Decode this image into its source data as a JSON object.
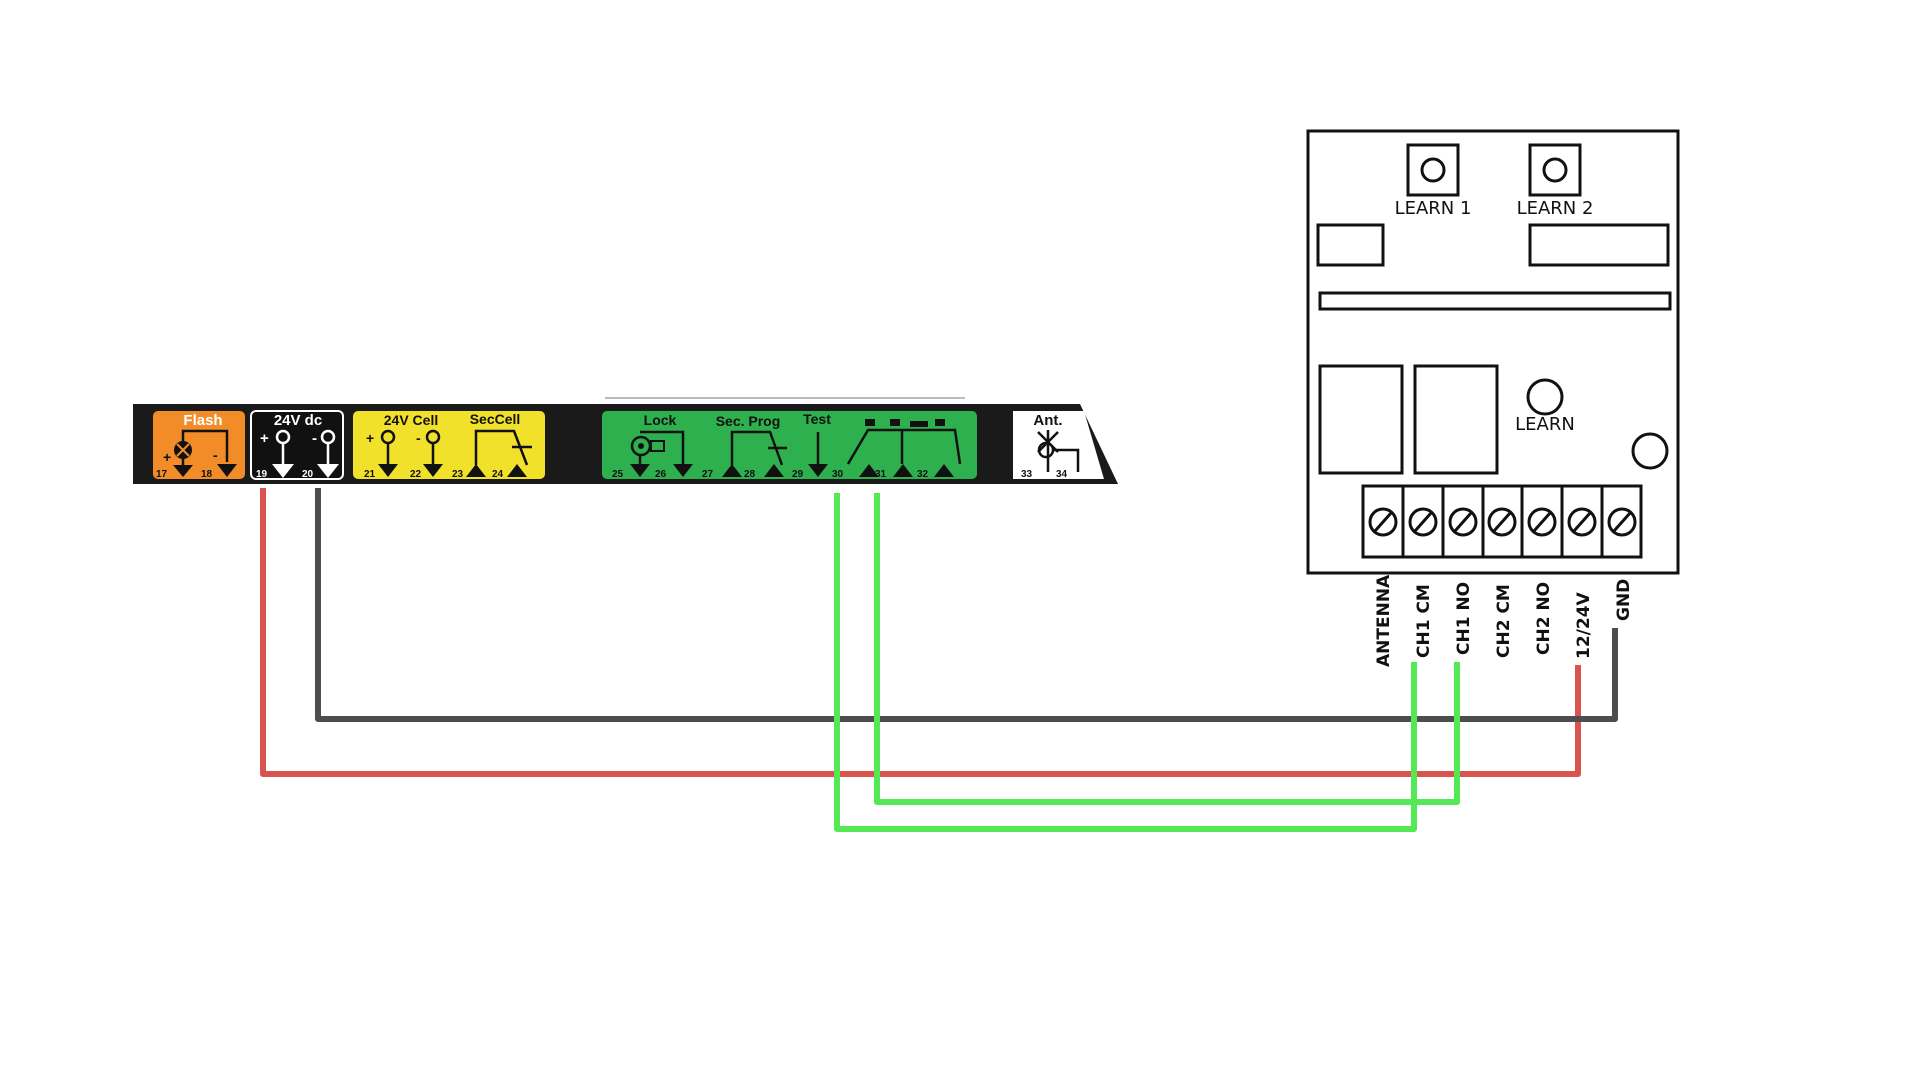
{
  "controller": {
    "sections": {
      "flash": {
        "title": "Flash",
        "plus": "+",
        "minus": "-",
        "terminals": [
          "17",
          "18"
        ]
      },
      "power": {
        "title": "24V dc",
        "plus": "+",
        "minus": "-",
        "terminals": [
          "19",
          "20"
        ]
      },
      "cell": {
        "title": "24V Cell",
        "title2": "SecCell",
        "plus": "+",
        "minus": "-",
        "terminals": [
          "21",
          "22",
          "23",
          "24"
        ]
      },
      "inputs": {
        "title": "Lock",
        "title2": "Sec. Prog",
        "title3": "Test",
        "terminals": [
          "25",
          "26",
          "27",
          "28",
          "29",
          "30",
          "31",
          "32"
        ]
      },
      "antenna": {
        "title": "Ant.",
        "terminals": [
          "33",
          "34"
        ]
      }
    },
    "colors": {
      "flash": "#f28c28",
      "power": "#111111",
      "cell": "#f2e12a",
      "inputs": "#2eb04f",
      "antenna": "#ffffff",
      "strip": "#1a1a1a"
    }
  },
  "receiver": {
    "learn1_label": "LEARN 1",
    "learn2_label": "LEARN 2",
    "learn_label": "LEARN",
    "terminal_labels": [
      "ANTENNA",
      "CH1 CM",
      "CH1 NO",
      "CH2 CM",
      "CH2 NO",
      "12/24V",
      "GND"
    ]
  },
  "wire_colors": {
    "positive": "#d9534f",
    "ground": "#4d4d4d",
    "signal": "#55e855"
  }
}
